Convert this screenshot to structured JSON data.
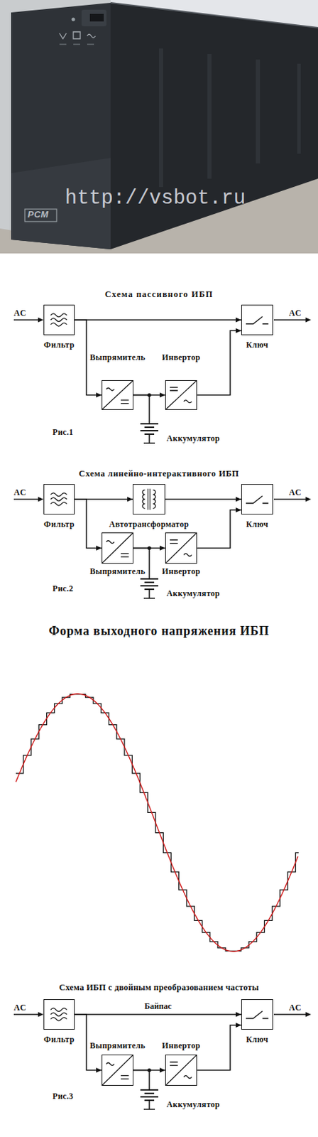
{
  "diagram": {
    "nodes": [
      {
        "text": [
          "Фильтр"
        ]
      },
      {
        "text": [
          "Ключ"
        ]
      },
      {
        "text": [
          "Выпрямитель"
        ]
      },
      {
        "text": [
          "Инвертор"
        ]
      },
      {
        "text": [
          "Аккумулятор"
        ]
      },
      {
        "text": [
          "Фильтр"
        ]
      },
      {
        "text": [
          "Автотрансформатор"
        ]
      },
      {
        "text": [
          "Ключ"
        ]
      },
      {
        "text": [
          "Выпрямитель"
        ]
      },
      {
        "text": [
          "Инвертор"
        ]
      },
      {
        "text": [
          "Аккумулятор"
        ]
      },
      {
        "text": [
          "Фильтр"
        ]
      },
      {
        "text": [
          "Ключ"
        ]
      },
      {
        "text": [
          "Выпрямитель"
        ]
      },
      {
        "text": [
          "Инвертор"
        ]
      },
      {
        "text": [
          "Аккумулятор"
        ]
      }
    ],
    "edges": [
      {
        "from": 0,
        "to": 1,
        "arrow": "to"
      },
      {
        "from": 0,
        "to": 2,
        "arrow": "to"
      },
      {
        "from": 2,
        "to": 3,
        "arrow": "to"
      },
      {
        "from": 2,
        "to": 4,
        "arrow": "none"
      },
      {
        "from": 3,
        "to": 1,
        "arrow": "to"
      },
      {
        "from": 5,
        "to": 6,
        "arrow": "to"
      },
      {
        "from": 6,
        "to": 7,
        "arrow": "to"
      },
      {
        "from": 5,
        "to": 8,
        "arrow": "to"
      },
      {
        "from": 8,
        "to": 9,
        "arrow": "to"
      },
      {
        "from": 8,
        "to": 10,
        "arrow": "none"
      },
      {
        "from": 9,
        "to": 7,
        "arrow": "to"
      },
      {
        "from": 11,
        "to": 12,
        "label": "Байпас",
        "arrow": "to"
      },
      {
        "from": 11,
        "to": 13,
        "arrow": "to"
      },
      {
        "from": 13,
        "to": 14,
        "arrow": "to"
      },
      {
        "from": 13,
        "to": 15,
        "arrow": "none"
      },
      {
        "from": 14,
        "to": 12,
        "arrow": "to"
      }
    ],
    "labels": [
      "http://vsbot.ru",
      "PCM",
      "Схема пассивного ИБП",
      "AC",
      "AC",
      "Рис.1",
      "Схема линейно-интерактивного ИБП",
      "AC",
      "AC",
      "Рис.2",
      "Форма выходного напряжения ИБП",
      "Схема ИБП с двойным преобразованием частоты",
      "AC",
      "AC",
      "Рис.3"
    ]
  }
}
